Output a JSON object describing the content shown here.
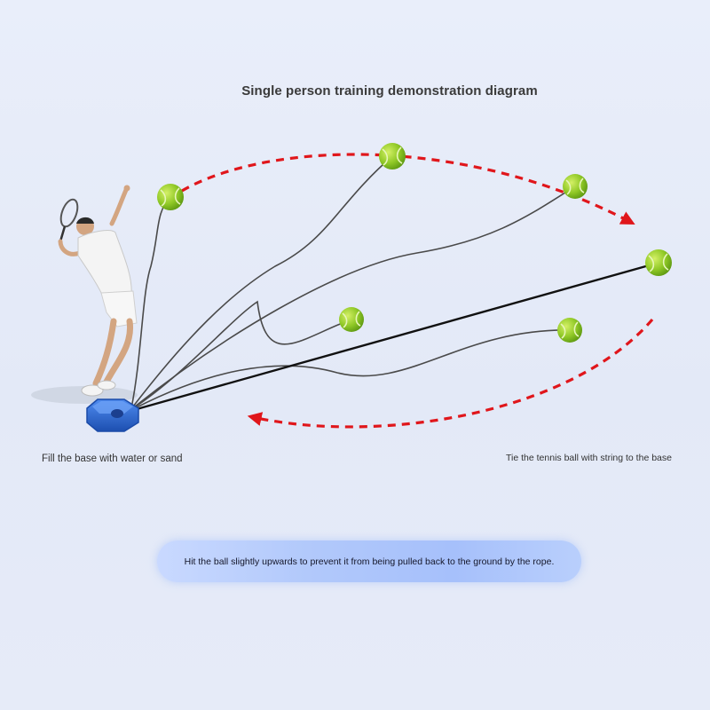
{
  "title": "Single person training demonstration diagram",
  "captions": {
    "base": "Fill the base with water or sand",
    "string": "Tie the tennis ball with string to the base"
  },
  "banner": {
    "text": "Hit the ball slightly upwards to prevent it from being pulled back to the ground by the rope."
  },
  "colors": {
    "background": "#e6ecf8",
    "arrow": "#e0161b",
    "ball": "#9bd12a",
    "base": "#2f6fd8",
    "rope": "#2b2b2b",
    "banner": "#aec6fb"
  },
  "icons": [
    "tennis-player-icon",
    "training-base-icon",
    "tennis-ball-icon",
    "arrow-icon"
  ]
}
